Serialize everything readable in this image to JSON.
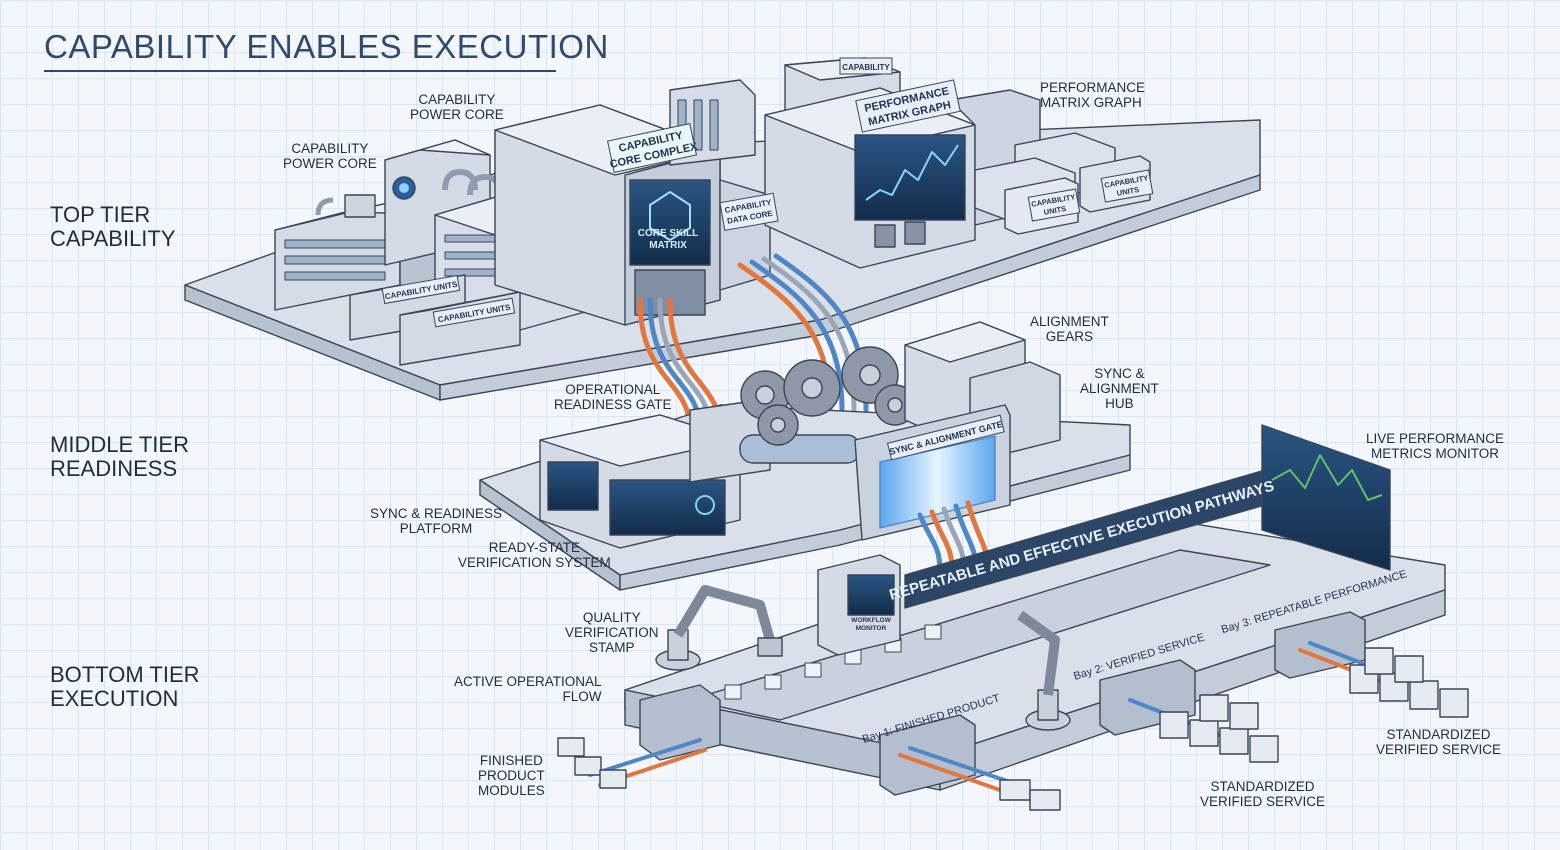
{
  "title": "CAPABILITY ENABLES EXECUTION",
  "tiers": {
    "top": [
      "TOP TIER",
      "CAPABILITY"
    ],
    "middle": [
      "MIDDLE TIER",
      "READINESS"
    ],
    "bottom": [
      "BOTTOM TIER",
      "EXECUTION"
    ]
  },
  "callouts": {
    "capability_power_core_upper": [
      "CAPABILITY",
      "POWER CORE"
    ],
    "capability_power_core_lower": [
      "CAPABILITY",
      "POWER CORE"
    ],
    "performance_matrix_graph": [
      "PERFORMANCE",
      "MATRIX GRAPH"
    ],
    "alignment_gears": [
      "ALIGNMENT",
      "GEARS"
    ],
    "sync_alignment_hub": [
      "SYNC &",
      "ALIGNMENT",
      "HUB"
    ],
    "operational_readiness_gate": [
      "OPERATIONAL",
      "READINESS GATE"
    ],
    "live_performance_metrics_monitor": [
      "LIVE PERFORMANCE",
      "METRICS MONITOR"
    ],
    "sync_readiness_platform": [
      "SYNC & READINESS",
      "PLATFORM"
    ],
    "ready_state_verification_system": [
      "READY-STATE",
      "VERIFICATION SYSTEM"
    ],
    "quality_verification_stamp": [
      "QUALITY",
      "VERIFICATION",
      "STAMP"
    ],
    "active_operational_flow": [
      "ACTIVE OPERATIONAL",
      "FLOW"
    ],
    "finished_product_modules": [
      "FINISHED",
      "PRODUCT",
      "MODULES"
    ],
    "standardized_verified_service_center": [
      "STANDARDIZED",
      "VERIFIED SERVICE"
    ],
    "standardized_verified_service_right": [
      "STANDARDIZED",
      "VERIFIED SERVICE"
    ]
  },
  "signs": {
    "capability_top": "CAPABILITY",
    "performance_matrix_graph": [
      "PERFORMANCE",
      "MATRIX GRAPH"
    ],
    "capability_core_complex": [
      "CAPABILITY",
      "CORE COMPLEX"
    ],
    "core_skill_matrix": [
      "CORE SKILL",
      "MATRIX"
    ],
    "capability_data_core": [
      "CAPABILITY",
      "DATA CORE"
    ],
    "capability_units_a": "CAPABILITY UNITS",
    "capability_units_b": "CAPABILITY UNITS",
    "capability_units_c": [
      "CAPABILITY",
      "UNITS"
    ],
    "capability_units_d": [
      "CAPABILITY",
      "UNITS"
    ],
    "sync_alignment_gate": "SYNC & ALIGNMENT GATE",
    "execution_banner": "REPEATABLE AND EFFECTIVE EXECUTION PATHWAYS",
    "workflow_monitor": [
      "WORKFLOW",
      "MONITOR"
    ],
    "bay1": "Bay 1: FINISHED PRODUCT",
    "bay2": "Bay 2: VERIFIED SERVICE",
    "bay3": "Bay 3: REPEATABLE PERFORMANCE"
  },
  "colors": {
    "title": "#2e4a6e",
    "platform": "#dfe5ee",
    "outline": "#3a4556",
    "screen": "#1e3d63",
    "cable_orange": "#e2763f",
    "cable_blue": "#4e86c6",
    "chart_green": "#5cc46a"
  }
}
